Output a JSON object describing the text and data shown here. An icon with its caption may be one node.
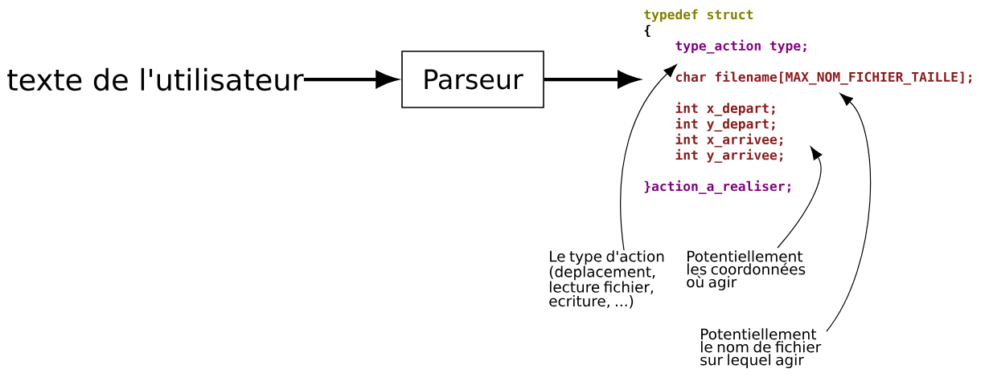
{
  "diagram": {
    "nodes": [
      {
        "text": [
          "texte de l'utilisateur"
        ]
      },
      {
        "text": [
          "Parseur"
        ]
      },
      {
        "text": [
          "typedef struct",
          "{",
          "type_action type;",
          "char filename[MAX_NOM_FICHIER_TAILLE];",
          "int x_depart;",
          "int y_depart;",
          "int x_arrivee;",
          "int y_arrivee;",
          "}action_a_realiser;"
        ]
      },
      {
        "text": [
          "Le type d'action (deplacement, lecture fichier, ecriture, ...)"
        ]
      },
      {
        "text": [
          "Potentiellement les coordonnées où agir"
        ]
      },
      {
        "text": [
          "Potentiellement le nom de fichier sur lequel agir"
        ]
      }
    ],
    "edges": [
      {
        "from": 0,
        "to": 1,
        "arrow": "to",
        "style": "thick"
      },
      {
        "from": 1,
        "to": 2,
        "arrow": "to",
        "style": "thick"
      },
      {
        "from": 3,
        "to": 2,
        "arrow": "to"
      },
      {
        "from": 4,
        "to": 2,
        "arrow": "to"
      },
      {
        "from": 5,
        "to": 2,
        "arrow": "to"
      }
    ]
  }
}
